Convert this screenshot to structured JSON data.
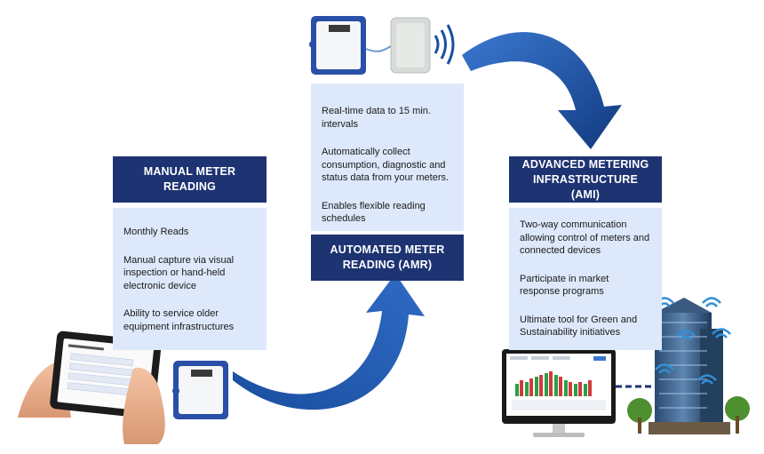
{
  "manual": {
    "title": "MANUAL METER READING",
    "items": [
      "Monthly Reads",
      "Manual capture via visual inspection or hand-held electronic device",
      "Ability to service older equipment infrastructures"
    ]
  },
  "amr": {
    "title": "AUTOMATED METER READING (AMR)",
    "items": [
      "Real-time data to 15 min. intervals",
      "Automatically collect consumption, diagnostic and status data from your meters.",
      "Enables flexible reading schedules"
    ]
  },
  "ami": {
    "title": "ADVANCED METERING INFRASTRUCTURE (AMI)",
    "items": [
      "Two-way communication allowing control of meters and connected devices",
      "Participate in market response programs",
      "Ultimate tool for Green and Sustainability initiatives"
    ]
  },
  "colors": {
    "header": "#1e3372",
    "body": "#dde8fb",
    "arrow": "#1a4fa0",
    "meter": "#2a4fa8"
  },
  "icons": {
    "tablet": "tablet-in-hands-icon",
    "meter": "meter-device-icon",
    "transmitter": "wireless-transmitter-icon",
    "monitor": "dashboard-monitor-icon",
    "building": "smart-building-icon"
  }
}
